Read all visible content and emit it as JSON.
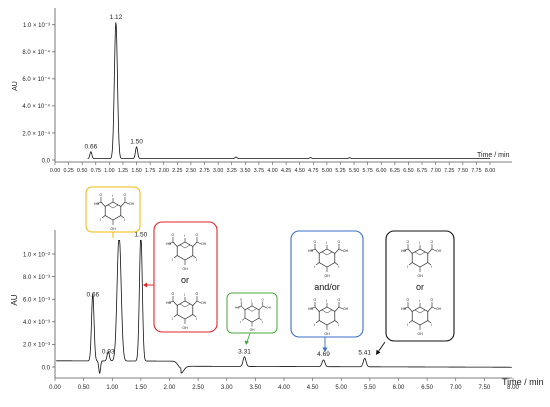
{
  "chart_data": [
    {
      "type": "line",
      "ylabel": "AU",
      "xlabel": "Time / min",
      "xlim": [
        0,
        8
      ],
      "ylim": [
        0,
        0.00105
      ],
      "x_ticks": [
        "0.00",
        "0.25",
        "0.50",
        "0.75",
        "1.00",
        "1.25",
        "1.50",
        "1.75",
        "2.00",
        "2.25",
        "2.50",
        "2.75",
        "3.00",
        "3.25",
        "3.50",
        "3.75",
        "4.00",
        "4.25",
        "4.50",
        "4.75",
        "5.00",
        "5.25",
        "5.50",
        "5.75",
        "6.00",
        "6.25",
        "6.50",
        "6.75",
        "7.00",
        "7.25",
        "7.50",
        "7.75",
        "8.00"
      ],
      "y_ticks": [
        {
          "value": 0,
          "label": "0.0"
        },
        {
          "value": 0.0002,
          "label": "2.0 × 10⁻⁴"
        },
        {
          "value": 0.0004,
          "label": "4.0 × 10⁻⁴"
        },
        {
          "value": 0.0006,
          "label": "6.0 × 10⁻⁴"
        },
        {
          "value": 0.0008,
          "label": "8.0 × 10⁻⁴"
        },
        {
          "value": 0.001,
          "label": "1.0 × 10⁻³"
        }
      ],
      "baseline": 1e-05,
      "peaks": [
        {
          "t": 0.66,
          "height": 5.2e-05,
          "width": 0.018,
          "label": "0.66"
        },
        {
          "t": 1.12,
          "height": 0.00101,
          "width": 0.028,
          "label": "1.12"
        },
        {
          "t": 1.5,
          "height": 8.8e-05,
          "width": 0.02,
          "label": "1.50"
        },
        {
          "t": 3.33,
          "height": 1.2e-05,
          "width": 0.02,
          "label": ""
        },
        {
          "t": 4.7,
          "height": 8e-06,
          "width": 0.02,
          "label": ""
        },
        {
          "t": 5.42,
          "height": 7e-06,
          "width": 0.02,
          "label": ""
        }
      ]
    },
    {
      "type": "line",
      "ylabel": "AU",
      "xlabel": "Time / min",
      "xlim": [
        0,
        8
      ],
      "ylim": [
        -0.0011,
        0.0115
      ],
      "x_ticks": [
        "0.00",
        "0.50",
        "1.00",
        "1.50",
        "2.00",
        "2.50",
        "3.00",
        "3.50",
        "4.00",
        "4.50",
        "5.00",
        "5.50",
        "6.00",
        "6.50",
        "7.00",
        "7.50",
        "8.00"
      ],
      "y_ticks": [
        {
          "value": 0,
          "label": "0.0"
        },
        {
          "value": 0.002,
          "label": "2.0 × 10⁻³"
        },
        {
          "value": 0.004,
          "label": "4.0 × 10⁻³"
        },
        {
          "value": 0.006,
          "label": "6.0 × 10⁻³"
        },
        {
          "value": 0.008,
          "label": "8.0 × 10⁻³"
        },
        {
          "value": 0.01,
          "label": "1.0 × 10⁻²"
        }
      ],
      "peaks": [
        {
          "t": 0.66,
          "height": 0.0059,
          "label": "0.66"
        },
        {
          "t": 0.93,
          "height": 0.00082,
          "label": "0.93"
        },
        {
          "t": 1.12,
          "height": 0.0112,
          "label": ""
        },
        {
          "t": 1.5,
          "height": 0.0112,
          "label": "1.50"
        },
        {
          "t": 3.31,
          "height": 0.00085,
          "label": "3.31"
        },
        {
          "t": 4.69,
          "height": 0.0006,
          "label": "4.69"
        },
        {
          "t": 5.41,
          "height": 0.00075,
          "label": "5.41"
        }
      ],
      "annotations": [
        {
          "connector": "or",
          "color": "#e0262a"
        },
        {
          "connector": "and/or",
          "color": "#3a6fc4"
        },
        {
          "connector": "or",
          "color": "#111111"
        },
        {
          "color": "#f2b705"
        },
        {
          "color": "#46a83a"
        }
      ]
    }
  ]
}
